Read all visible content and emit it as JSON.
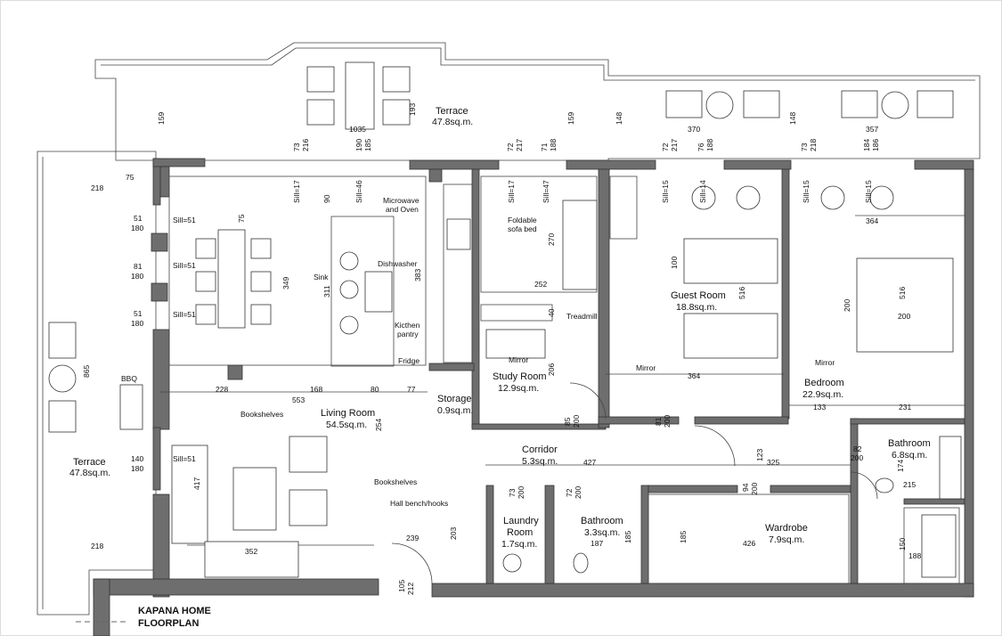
{
  "title": {
    "line1": "KAPANA HOME",
    "line2": "FLOORPLAN"
  },
  "rooms": {
    "terrace_top": {
      "name": "Terrace",
      "area": "47.8sq.m."
    },
    "terrace_left": {
      "name": "Terrace",
      "area": "47.8sq.m."
    },
    "living": {
      "name": "Living Room",
      "area": "54.5sq.m."
    },
    "storage": {
      "name": "Storage",
      "area": "0.9sq.m."
    },
    "study": {
      "name": "Study Room",
      "area": "12.9sq.m."
    },
    "guest": {
      "name": "Guest Room",
      "area": "18.8sq.m."
    },
    "bedroom": {
      "name": "Bedroom",
      "area": "22.9sq.m."
    },
    "corridor": {
      "name": "Corridor",
      "area": "5.3sq.m."
    },
    "laundry": {
      "name": "Laundry",
      "name2": "Room",
      "area": "1.7sq.m."
    },
    "bathroom_small": {
      "name": "Bathroom",
      "area": "3.3sq.m."
    },
    "wardrobe": {
      "name": "Wardrobe",
      "area": "7.9sq.m."
    },
    "bathroom_master": {
      "name": "Bathroom",
      "area": "6.8sq.m."
    }
  },
  "notes": {
    "microwave": "Microwave",
    "oven": "and Oven",
    "dishwasher": "Dishwasher",
    "sink": "Sink",
    "kitchen_pantry_1": "Kicthen",
    "kitchen_pantry_2": "pantry",
    "fridge": "Fridge",
    "foldable_1": "Foldable",
    "foldable_2": "sofa bed",
    "treadmill": "Treadmill",
    "mirror_study": "Mirror",
    "mirror_guest": "Mirror",
    "mirror_bed": "Mirror",
    "bookshelves_1": "Bookshelves",
    "bookshelves_2": "Bookshelves",
    "hall_bench": "Hall bench/hooks",
    "bbq": "BBQ",
    "sill_17a": "Sill=17",
    "sill_46": "Sill=46",
    "sill_17b": "Sill=17",
    "sill_47": "Sill=47",
    "sill_15a": "Sill=15",
    "sill_14": "Sill=14",
    "sill_15b": "Sill=15",
    "sill_15c": "Sill=15",
    "sill_51a": "Sill=51",
    "sill_51b": "Sill=51",
    "sill_51c": "Sill=51",
    "sill_51d": "Sill=51"
  },
  "dims": {
    "d1035": "1035",
    "d193": "193",
    "d159a": "159",
    "d159b": "159",
    "d148a": "148",
    "d148b": "148",
    "d370": "370",
    "d357": "357",
    "d73a": "73",
    "d216a": "216",
    "d190": "190",
    "d185a": "185",
    "d72a": "72",
    "d217a": "217",
    "d71": "71",
    "d188a": "188",
    "d72b": "72",
    "d217b": "217",
    "d76": "76",
    "d188b": "188",
    "d73b": "73",
    "d218a": "218",
    "d184": "184",
    "d186": "186",
    "d75a": "75",
    "d218b": "218",
    "d51a": "51",
    "d180a": "180",
    "d81": "81",
    "d180b": "180",
    "d51b": "51",
    "d180c": "180",
    "d865": "865",
    "d140": "140",
    "d180d": "180",
    "d218c": "218",
    "d90": "90",
    "d75b": "75",
    "d349": "349",
    "d311": "311",
    "d383": "383",
    "d270": "270",
    "d252": "252",
    "d40": "40",
    "d206": "206",
    "d100": "100",
    "d516a": "516",
    "d364a": "364",
    "d364b": "364",
    "d200a": "200",
    "d200b": "200",
    "d516b": "516",
    "d133": "133",
    "d231": "231",
    "d228": "228",
    "d168": "168",
    "d80": "80",
    "d77": "77",
    "d553": "553",
    "d254": "254",
    "d417": "417",
    "d352": "352",
    "d85": "85",
    "d200c": "200",
    "d81b": "81",
    "d200d": "200",
    "d427": "427",
    "d123": "123",
    "d325": "325",
    "d94": "94",
    "d200e": "200",
    "d82": "82",
    "d200f": "200",
    "d174": "174",
    "d215": "215",
    "d150": "150",
    "d188c": "188",
    "d73c": "73",
    "d200g": "200",
    "d72c": "72",
    "d200h": "200",
    "d203": "203",
    "d239": "239",
    "d187": "187",
    "d185b": "185",
    "d185c": "185",
    "d426": "426",
    "d105": "105",
    "d212": "212"
  }
}
